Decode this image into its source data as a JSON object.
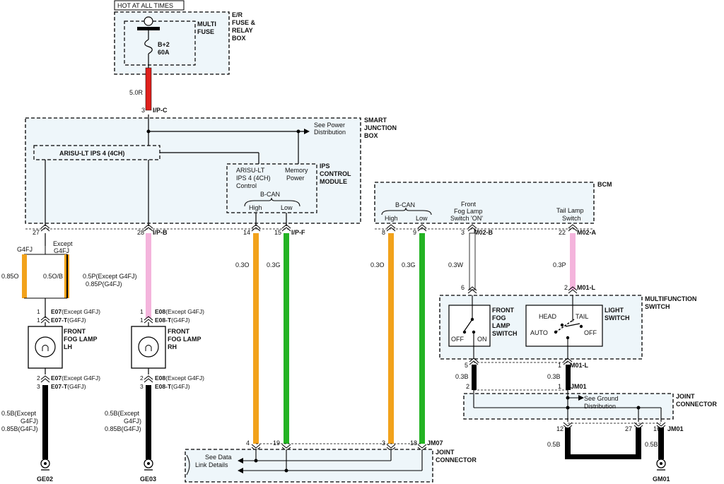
{
  "header": {
    "hot_label": "HOT AT ALL TIMES"
  },
  "fuse_box": {
    "title_lines": [
      "E/R",
      "FUSE &",
      "RELAY",
      "BOX"
    ],
    "inner_title_lines": [
      "MULTI",
      "FUSE"
    ],
    "fuse_label_lines": [
      "B+2",
      "60A"
    ]
  },
  "wire_ipc": {
    "label": "5.0R",
    "pin": "3",
    "connector": "I/P-C"
  },
  "sjb": {
    "title_lines": [
      "SMART",
      "JUNCTION",
      "BOX"
    ],
    "see_power_lines": [
      "See Power",
      "Distribution"
    ],
    "ips_label": "ARISU-LT IPS 4 (4CH)",
    "control_lines": [
      "ARISU-LT",
      "IPS 4 (4CH)",
      "Control"
    ],
    "memory_lines": [
      "Memory",
      "Power"
    ],
    "module_title_lines": [
      "IPS",
      "CONTROL",
      "MODULE"
    ],
    "bcan": "B-CAN",
    "high": "High",
    "low": "Low"
  },
  "sjb_pins": {
    "p27": "27",
    "p28": "28",
    "conn_ipb": "I/P-B",
    "p14": "14",
    "p15": "15",
    "conn_ipf": "I/P-F"
  },
  "left_wires": {
    "g4fj": "G4FJ",
    "except_lines": [
      "Except",
      "G4FJ"
    ],
    "w085o": "0.85O",
    "w05ob": "0.5O/B",
    "pink_lines": [
      "0.5P(Except G4FJ)",
      "0.85P(G4FJ)"
    ],
    "w03o": "0.3O",
    "w03g": "0.3G"
  },
  "lamp_lh": {
    "pin1": "1",
    "conn1_code": "E07",
    "conn1_rest": "(Except G4FJ)",
    "pin3": "1",
    "conn2_code": "E07-T",
    "conn2_rest": "(G4FJ)",
    "title_lines": [
      "FRONT",
      "FOG LAMP",
      "LH"
    ],
    "bot_pin2": "2",
    "bot_conn1_code": "E07",
    "bot_conn1_rest": "(Except G4FJ)",
    "bot_pin3": "3",
    "bot_conn2_code": "E07-T",
    "bot_conn2_rest": "(G4FJ)",
    "wire_lines": [
      "0.5B(Except",
      "G4FJ)",
      "0.85B(G4FJ)"
    ],
    "ground": "GE02"
  },
  "lamp_rh": {
    "pin1": "1",
    "conn1_code": "E08",
    "conn1_rest": "(Except G4FJ)",
    "pin3": "1",
    "conn2_code": "E08-T",
    "conn2_rest": "(G4FJ)",
    "title_lines": [
      "FRONT",
      "FOG LAMP",
      "RH"
    ],
    "bot_pin2": "2",
    "bot_conn1_code": "E08",
    "bot_conn1_rest": "(Except G4FJ)",
    "bot_pin3": "3",
    "bot_conn2_code": "E08-T",
    "bot_conn2_rest": "(G4FJ)",
    "wire_lines": [
      "0.5B(Except",
      "G4FJ)",
      "0.85B(G4FJ)"
    ],
    "ground": "GE03"
  },
  "bcm": {
    "title": "BCM",
    "bcan": "B-CAN",
    "high": "High",
    "low": "Low",
    "front_fog_lines": [
      "Front",
      "Fog Lamp",
      "Switch 'ON'"
    ],
    "tail_lines": [
      "Tail Lamp",
      "Switch"
    ],
    "p8": "8",
    "p9": "9",
    "p3": "3",
    "conn_m02b": "M02-B",
    "p22": "22",
    "conn_m02a": "M02-A",
    "w03o": "0.3O",
    "w03g": "0.3G",
    "w03w": "0.3W",
    "w03p": "0.3P"
  },
  "mfs": {
    "title_lines": [
      "MULTIFUNCTION",
      "SWITCH"
    ],
    "p6": "6",
    "p2": "2",
    "conn_m01l": "M01-L",
    "fog_title_lines": [
      "FRONT",
      "FOG",
      "LAMP",
      "SWITCH"
    ],
    "off": "OFF",
    "on": "ON",
    "light_title_lines": [
      "LIGHT",
      "SWITCH"
    ],
    "head": "HEAD",
    "tail": "TAIL",
    "auto": "AUTO",
    "loff": "OFF",
    "p5": "5",
    "p1": "1",
    "w03b_left": "0.3B",
    "w03b_right": "0.3B",
    "p2b": "2",
    "p1b": "1",
    "conn_jm01": "JM01"
  },
  "joint_right": {
    "title_lines": [
      "JOINT",
      "CONNECTOR"
    ],
    "see_ground_lines": [
      "See Ground",
      "Distribution"
    ],
    "p12": "12",
    "p27": "27",
    "p16": "16",
    "conn": "JM01",
    "w05b_left": "0.5B",
    "w05b_right": "0.5B",
    "ground": "GM01"
  },
  "joint_bottom": {
    "title_lines": [
      "JOINT",
      "CONNECTOR"
    ],
    "see_data_lines": [
      "See Data",
      "Link Details"
    ],
    "p4": "4",
    "p19": "19",
    "p3": "3",
    "p18": "18",
    "conn": "JM07"
  },
  "colors": {
    "red": "#e0201c",
    "pink": "#f4b4dc",
    "orange": "#f2a21b",
    "green": "#23b323",
    "black": "#000000",
    "box_fill": "#eef6fa"
  }
}
